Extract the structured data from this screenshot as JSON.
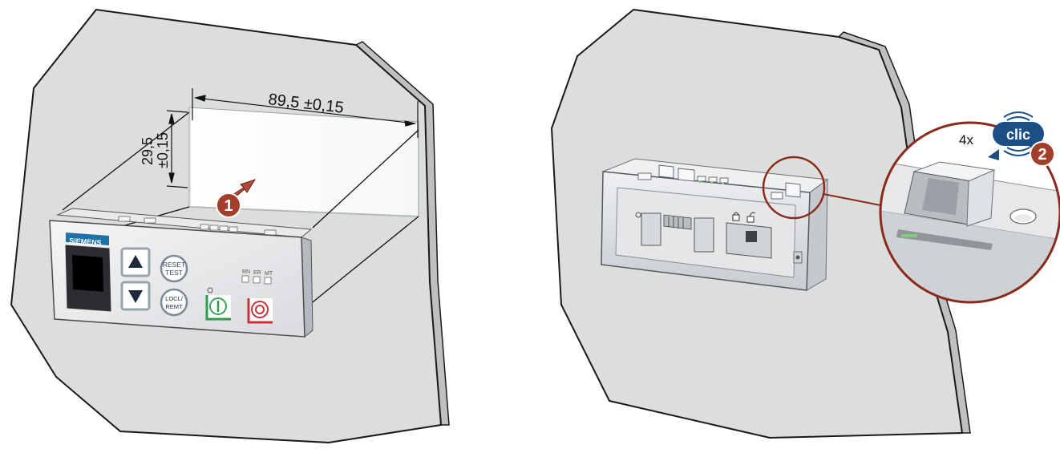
{
  "colors": {
    "panel": "#dcdedc",
    "panel_edge": "#1a1a1a",
    "marker": "#a23e2a",
    "marker_dark": "#7a2a1a",
    "callout": "#8a2a1c",
    "clic_blue": "#1b4f86",
    "button_green": "#2e9a4a",
    "button_red": "#c8323a",
    "brand_blue": "#1d72a8"
  },
  "left_panel": {
    "dimension_width": "89,5 ±0,15",
    "dimension_height_line1": "29,5",
    "dimension_height_line2": "±0,15",
    "step_marker": "1",
    "device": {
      "brand": "SIEMENS",
      "button_reset_line1": "RESET",
      "button_reset_line2": "TEST",
      "button_local_line1": "LOCL/",
      "button_local_line2": "REMT",
      "led_labels": [
        "RN",
        "ER",
        "MT"
      ],
      "icons": [
        "arrow-up-icon",
        "arrow-down-icon",
        "power-on-icon",
        "power-off-icon"
      ]
    }
  },
  "right_panel": {
    "count_label": "4x",
    "clic_label": "clic",
    "step_marker": "2",
    "icons": [
      "lock-closed-icon",
      "lock-open-icon"
    ]
  }
}
